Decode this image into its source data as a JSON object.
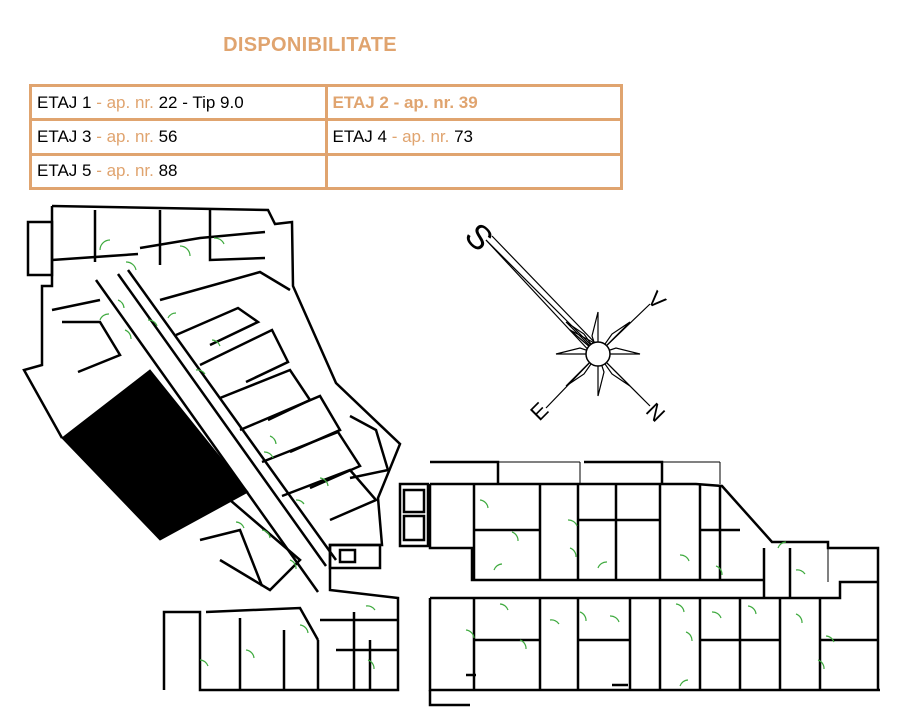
{
  "header": {
    "title": "DISPONIBILITATE"
  },
  "colors": {
    "accent": "#e0a46f",
    "text": "#000000",
    "wall": "#000000",
    "door": "#3faa3f"
  },
  "availability": {
    "rows": [
      [
        {
          "floor": "ETAJ 1",
          "ap_label": " - ap. nr.",
          "number": "22",
          "extra": " - Tip 9.0",
          "highlight": false
        },
        {
          "floor": "ETAJ 2",
          "ap_label": " - ap. nr.",
          "number": "39",
          "extra": "",
          "highlight": true
        }
      ],
      [
        {
          "floor": "ETAJ 3",
          "ap_label": " - ap. nr.",
          "number": "56",
          "extra": "",
          "highlight": false
        },
        {
          "floor": "ETAJ 4",
          "ap_label": " - ap. nr.",
          "number": "73",
          "extra": "",
          "highlight": false
        }
      ],
      [
        {
          "floor": "ETAJ 5",
          "ap_label": " - ap. nr.",
          "number": "88",
          "extra": "",
          "highlight": false
        },
        {
          "floor": "",
          "ap_label": "",
          "number": "",
          "extra": "",
          "highlight": false
        }
      ]
    ]
  },
  "compass": {
    "south": "S",
    "north": "N",
    "east": "E",
    "west": "V"
  }
}
